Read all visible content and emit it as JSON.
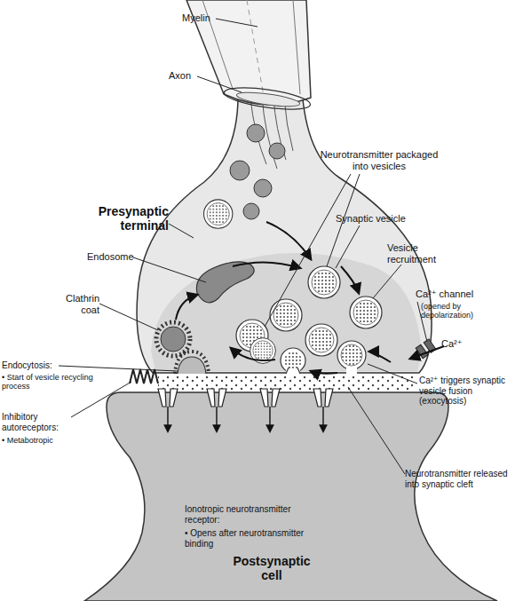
{
  "diagram": {
    "labels": [
      "Myelin",
      "Axon",
      "Neurotransmitter packaged into vesicles",
      "Presynaptic terminal",
      "Synaptic vesicle",
      "Vesicle recruitment",
      "Endosome",
      "Ca²⁺ channel",
      "(opened by depolarization)",
      "Clathrin coat",
      "Ca²⁺",
      "Endocytosis:",
      "• Start of vesicle recycling process",
      "Ca²⁺ triggers synaptic vesicle fusion (exocytosis)",
      "Inhibitory autoreceptors:",
      "• Metabotropic",
      "Neurotransmitter released into synaptic cleft",
      "Ionotropic neurotransmitter receptor:",
      "• Opens after neurotransmitter binding",
      "Postsynaptic cell"
    ]
  }
}
